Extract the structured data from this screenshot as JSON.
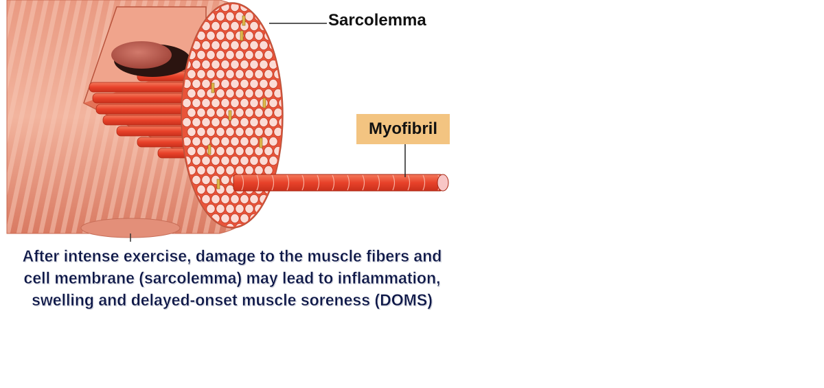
{
  "labels": {
    "sarcolemma": "Sarcolemma",
    "myofibril": "Myofibril"
  },
  "caption": {
    "lines": [
      "After intense exercise, damage to the muscle fibers and",
      "cell membrane (sarcolemma) may lead to inflammation,",
      "swelling and delayed-onset muscle soreness (DOMS)"
    ]
  },
  "colors": {
    "fiber_salmon": "#e48a70",
    "fiber_stripe": "#f1b6a3",
    "myofibril_red": "#e8422a",
    "myofibril_end": "#f8c6c6",
    "nucleus": "#b5574b",
    "label_box": "#f3c481",
    "caption_text": "#0d1747"
  }
}
